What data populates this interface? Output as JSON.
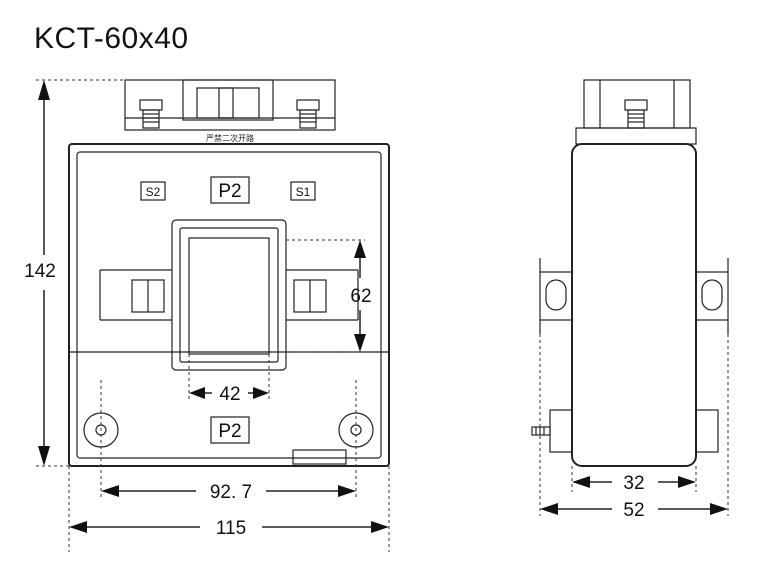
{
  "title": "KCT-60x40",
  "warning_label": "严禁二次开路",
  "terminals": {
    "s2": "S2",
    "p2_top": "P2",
    "s1": "S1",
    "p2_bottom": "P2"
  },
  "dimensions": {
    "height": "142",
    "window_height": "62",
    "window_width": "42",
    "mount_spacing": "92. 7",
    "total_width": "115",
    "side_depth": "32",
    "side_total": "52"
  }
}
